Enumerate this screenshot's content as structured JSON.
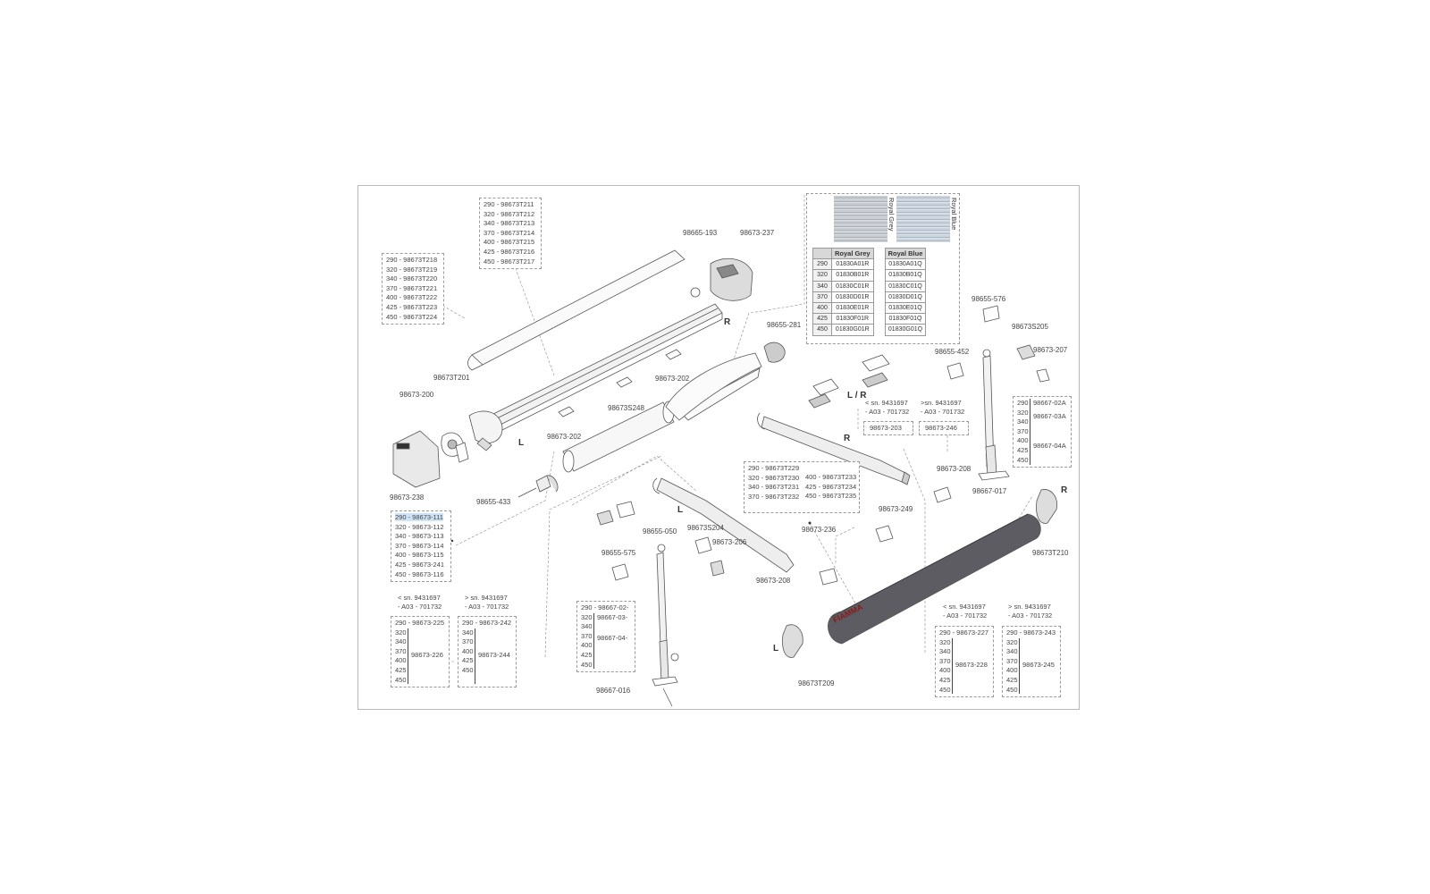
{
  "fabric_table": {
    "swatches": [
      {
        "name": "Royal Grey",
        "color": "#b9bec5"
      },
      {
        "name": "Royal Blue",
        "color": "#bac4cf"
      }
    ],
    "headers": [
      "Royal Grey",
      "Royal Blue"
    ],
    "rows": [
      {
        "size": "290",
        "grey": "01830A01R",
        "blue": "01830A01Q"
      },
      {
        "size": "320",
        "grey": "01830B01R",
        "blue": "01830B01Q"
      },
      {
        "size": "340",
        "grey": "01830C01R",
        "blue": "01830C01Q"
      },
      {
        "size": "370",
        "grey": "01830D01R",
        "blue": "01830D01Q"
      },
      {
        "size": "400",
        "grey": "01830E01R",
        "blue": "01830E01Q"
      },
      {
        "size": "425",
        "grey": "01830F01R",
        "blue": "01830F01Q"
      },
      {
        "size": "450",
        "grey": "01830G01R",
        "blue": "01830G01Q"
      }
    ]
  },
  "boxes": {
    "cover_left": [
      "290 - 98673T218",
      "320 - 98673T219",
      "340 - 98673T220",
      "370 - 98673T221",
      "400 - 98673T222",
      "425 - 98673T223",
      "450 - 98673T224"
    ],
    "cover_top": [
      "290 - 98673T211",
      "320 - 98673T212",
      "340 - 98673T213",
      "370 - 98673T214",
      "400 - 98673T215",
      "425 - 98673T216",
      "450 - 98673T217"
    ],
    "roller": [
      "290 - 98673-111",
      "320 - 98673-112",
      "340 - 98673-113",
      "370 - 98673-114",
      "400 - 98673-115",
      "425 - 98673-241",
      "450 - 98673-116"
    ],
    "bar_mid_a": [
      "290 - 98673T229",
      "320 - 98673T230",
      "340 - 98673T231",
      "370 - 98673T232"
    ],
    "bar_mid_b": [
      "400 - 98673T233",
      "425 - 98673T234",
      "450 - 98673T235"
    ]
  },
  "kits": {
    "left_old": {
      "note": [
        "< sn. 9431697",
        "- A03 - 701732"
      ],
      "first": "290 - 98673-225",
      "sizes": [
        "320",
        "340",
        "370",
        "400",
        "425",
        "450"
      ],
      "part": "98673-226"
    },
    "left_new": {
      "note": [
        "> sn. 9431697",
        "- A03 - 701732"
      ],
      "first": "290 - 98673-242",
      "sizes": [
        "340",
        "370",
        "400",
        "425",
        "450"
      ],
      "part": "98673-244"
    },
    "leg_left": {
      "first": "290 - 98667-02-",
      "sizes": [
        "320",
        "340",
        "370",
        "400",
        "425",
        "450"
      ],
      "parts": [
        "98667-03-",
        "98667-04-"
      ]
    },
    "right_old": {
      "note": [
        "< sn. 9431697",
        "- A03 - 701732"
      ],
      "first": "290 - 98673-227",
      "sizes": [
        "320",
        "340",
        "370",
        "400",
        "425",
        "450"
      ],
      "part": "98673-228"
    },
    "right_new": {
      "note": [
        "> sn. 9431697",
        "- A03 - 701732"
      ],
      "first": "290 - 98673-243",
      "sizes": [
        "320",
        "340",
        "370",
        "400",
        "425",
        "450"
      ],
      "part": "98673-245"
    },
    "leg_right": {
      "sizes": [
        "290",
        "320",
        "340",
        "370",
        "400",
        "425",
        "450"
      ],
      "parts": [
        "98667-02A",
        "98667-03A",
        "98667-04A"
      ]
    },
    "arm_top": {
      "note_old": [
        "< sn. 9431697",
        "- A03 - 701732"
      ],
      "note_new": [
        ">sn. 9431697",
        "- A03 - 701732"
      ],
      "part_old": "98673-203",
      "part_new": "98673-246"
    }
  },
  "labels": {
    "p98665_193": "98665-193",
    "p98673_237": "98673-237",
    "p98673T201": "98673T201",
    "p98673_200": "98673-200",
    "p98673_238": "98673-238",
    "p98673_202a": "98673-202",
    "p98673_202b": "98673-202",
    "p98673S248": "98673S248",
    "p98655_281": "98655-281",
    "p98655_433": "98655-433",
    "p98655_452": "98655-452",
    "p98655_576": "98655-576",
    "p98673S205": "98673S205",
    "p98673_207": "98673-207",
    "p98673_208a": "98673-208",
    "p98673_208b": "98673-208",
    "p98667_017": "98667-017",
    "p98673T210": "98673T210",
    "p98673_249": "98673-249",
    "p98673_236": "98673-236",
    "p98655_050": "98655-050",
    "p98673S204": "98673S204",
    "p98673_206": "98673-206",
    "p98655_575": "98655-575",
    "p98667_016": "98667-016",
    "p98673T209": "98673T209"
  },
  "sides": {
    "r1": "R",
    "l1": "L",
    "lr": "L / R",
    "r2": "R",
    "l2": "L",
    "r3": "R",
    "l3": "L"
  },
  "brand": "FIAMMA",
  "brand_color": "#8b1a1a"
}
